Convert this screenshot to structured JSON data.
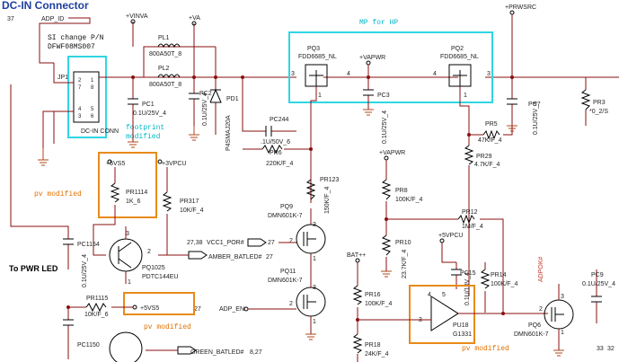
{
  "header": {
    "title": "DC-IN Connector",
    "page_num": "37"
  },
  "colors": {
    "wire": "#8a0f0f",
    "annotation_cyan": "#2fd6e3",
    "annotation_orange": "#e88a1a",
    "title": "#1f3f9e"
  },
  "nets": {
    "adp_id": "ADP_ID",
    "vinva": "+VINVA",
    "va": "+VA",
    "prwsrc": "+PRWSRC",
    "vapwr": "+VAPWR",
    "vapwr2": "+VAPWR",
    "bat": "BAT++",
    "v5s5": "+5VS5",
    "v3vpcu": "+3VPCU",
    "v5s5_b": "+5VS5",
    "v5vpcu": "+5VPCU",
    "vcc1_por": "VCC1_POR#",
    "amber": "AMBER_BATLED#",
    "green": "GREEN_BATLED#",
    "adp_en": "ADP_EN",
    "adpok": "ADPOK#"
  },
  "notes": {
    "si_change": "SI change P/N",
    "part_number": "DFWF08MS007",
    "mp_for_hp": "MP for HP",
    "footprint": "footprint",
    "modified": "modified",
    "pv_modified_1": "pv  modified",
    "pv_modified_2": "pv  modified",
    "pv_modified_3": "pv  modified",
    "to_pwr_led": "To PWR LED"
  },
  "components": {
    "jp1": "JP1",
    "jp1_pins": [
      "2",
      "1",
      "7",
      "8",
      "4",
      "5",
      "3",
      "6"
    ],
    "dc_in_conn": "DC-IN CONN",
    "pl1": "PL1",
    "pl1_val": "800A50T_8",
    "pl2": "PL2",
    "pl2_val": "800A50T_8",
    "pc1": "PC1",
    "pc1_val": "0.1U/25V_4",
    "pc2": "PC2",
    "pc2_val": "0.1U/25V_4",
    "pd1": "PD1",
    "pd1_val": "P4SMAJ20A",
    "pc244": "PC244",
    "pc244_val": ".1U/50V_6",
    "pr6": "PR6",
    "pr6_val": "220K/F_4",
    "pq3": "PQ3",
    "pq3_val": "FDD6685_NL",
    "pq2": "PQ2",
    "pq2_val": "FDD6685_NL",
    "pc3": "PC3",
    "pc3_val": "0.1U/25V_4",
    "pc7": "PC7",
    "pc7_val": "0.1U/25V_4",
    "pr5": "PR5",
    "pr5_val": "47K/F_4",
    "pr29": "PR29",
    "pr29_val": "4.7K/F_4",
    "pr3": "PR3",
    "pr3_val": "*0_2/S",
    "pr123": "PR123",
    "pr123_val": "150K/F_4",
    "pq9": "PQ9",
    "pq9_val": "DMN601K-7",
    "pq11": "PQ11",
    "pq11_val": "DMN601K-7",
    "pr8": "PR8",
    "pr8_val": "100K/F_4",
    "pr10": "PR10",
    "pr10_val": "23.7K/F_4",
    "pr12": "PR12",
    "pr12_val": "1M/F_4",
    "pc15": "PC15",
    "pc15_val": "0.1U/10V_4",
    "pr14": "PR14",
    "pr14_val": "100K/F_4",
    "pu18": "PU18",
    "pu18_val": "G1331",
    "pq6": "PQ6",
    "pq6_val": "DMN601K-7",
    "pc9": "PC9",
    "pc9_val": "0.1U/25V_4",
    "pr16": "PR16",
    "pr16_val": "100K/F_4",
    "pr18": "PR18",
    "pr18_val": "24K/F_4",
    "pr1114": "PR1114",
    "pr1114_val": "1K_6",
    "pr317": "PR317",
    "pr317_val": "10K/F_4",
    "pc1154": "PC1154",
    "pc1154_val": "0.1U/25V_4",
    "pq1025": "PQ1025",
    "pq1025_val": "PDTC144EU",
    "pr1115": "PR1115",
    "pr1115_val": "10K/F_6",
    "pc1150": "PC1150"
  },
  "refs": {
    "vcc1_por_ref": "27,38",
    "vcc1_por_ref2": "27",
    "amber_ref": "27",
    "adp_en_ref": "27",
    "green_ref": "8,27"
  },
  "pins": {
    "pq3_s": "3",
    "pq3_d": "4",
    "pq3_g": "1",
    "pq2_d": "4",
    "pq2_s": "3",
    "pq2_g": "1",
    "pq9_d": "3",
    "pq9_g": "2",
    "pq9_s": "1",
    "pq11_d": "3",
    "pq11_g": "2",
    "pq11_s": "1",
    "pq1025_b": "2",
    "pq1025_c": "3",
    "pq1025_e": "1",
    "pu18_in": "3",
    "pu18_p4": "4",
    "pu18_p5": "5",
    "pq6_g": "2",
    "pq6_d": "3",
    "pq6_s": "1",
    "edge_a": "33",
    "edge_b": "32"
  }
}
